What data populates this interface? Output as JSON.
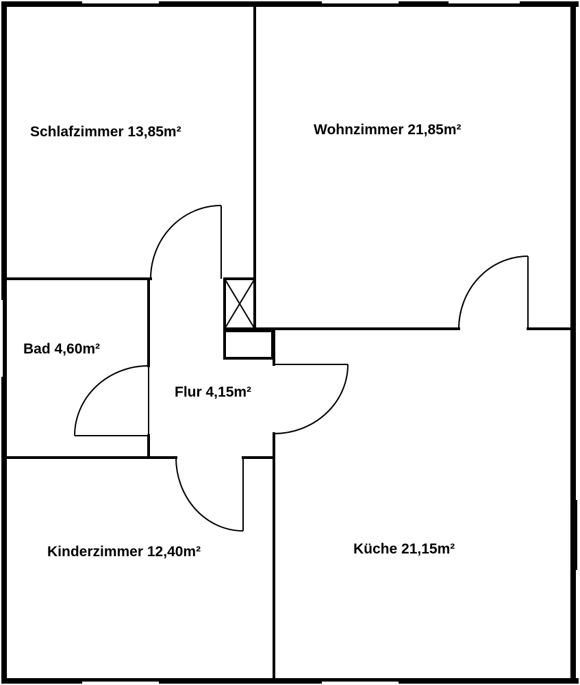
{
  "rooms": {
    "schlafzimmer": "Schlafzimmer 13,85m²",
    "wohnzimmer": "Wohnzimmer 21,85m²",
    "bad": "Bad 4,60m²",
    "flur": "Flur 4,15m²",
    "kinderzimmer": "Kinderzimmer 12,40m²",
    "kueche": "Küche 21,15m²"
  }
}
